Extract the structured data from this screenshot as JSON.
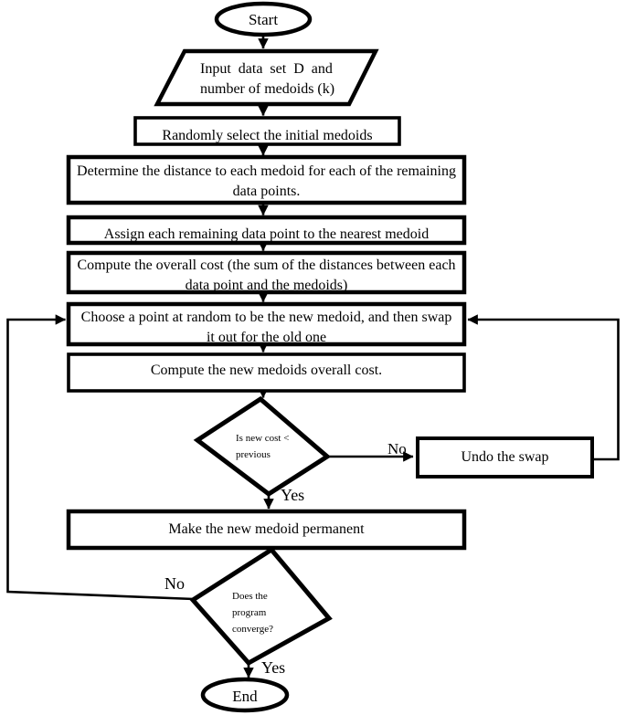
{
  "flowchart": {
    "title": "k-medoids (PAM) clustering algorithm flowchart",
    "colors": {
      "stroke": "#000000",
      "fill": "#ffffff"
    },
    "nodes": {
      "start": {
        "label": "Start"
      },
      "input": {
        "label": "Input  data  set  D  and\nnumber of medoids (k)"
      },
      "init": {
        "label": "Randomly select the initial medoids"
      },
      "distance": {
        "label": "Determine the distance to each medoid for each of the remaining\ndata points."
      },
      "assign": {
        "label": "Assign each remaining data point to the nearest medoid"
      },
      "cost": {
        "label": "Compute the overall cost (the sum of the distances between each\ndata point and the medoids)"
      },
      "choose": {
        "label": "Choose a point at random to be the new medoid, and then swap\nit out for the old one"
      },
      "newcost": {
        "label": "Compute the new medoids overall cost."
      },
      "costcheck": {
        "label": "Is new cost <\nprevious"
      },
      "undo": {
        "label": "Undo the swap"
      },
      "permanent": {
        "label": "Make the new medoid permanent"
      },
      "converge": {
        "label": "Does the\nprogram\nconverge?"
      },
      "end": {
        "label": "End"
      }
    },
    "edges": {
      "cost_yes": "Yes",
      "cost_no": "No",
      "converge_yes": "Yes",
      "converge_no": "No"
    }
  }
}
